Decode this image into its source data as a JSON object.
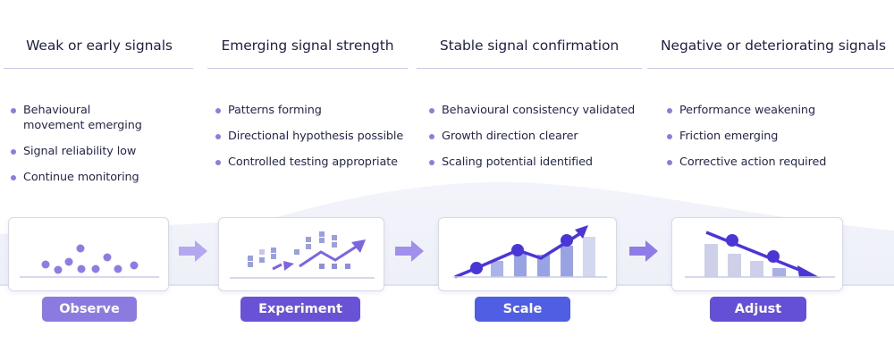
{
  "columns": [
    {
      "header": "Weak or early signals",
      "bullets": [
        "Behavioural movement emerging",
        "Signal reliability low",
        "Continue monitoring"
      ],
      "stage_label": "Observe",
      "stage_color": "#8b7be0",
      "illustration": "scattered-dots"
    },
    {
      "header": "Emerging signal strength",
      "bullets": [
        "Patterns forming",
        "Directional hypothesis possible",
        "Controlled testing appropriate"
      ],
      "stage_label": "Experiment",
      "stage_color": "#6a52d6",
      "illustration": "squares-with-rising-arrow"
    },
    {
      "header": "Stable signal confirmation",
      "bullets": [
        "Behavioural consistency validated",
        "Growth direction clearer",
        "Scaling potential identified"
      ],
      "stage_label": "Scale",
      "stage_color": "#4f5ee3",
      "illustration": "rising-line-over-bars"
    },
    {
      "header": "Negative or deteriorating signals",
      "bullets": [
        "Performance weakening",
        "Friction emerging",
        "Corrective action required"
      ],
      "stage_label": "Adjust",
      "stage_color": "#6450d6",
      "illustration": "falling-line-over-bars"
    }
  ],
  "colors": {
    "accent_purple": "#6a52d6",
    "light_purple": "#a99cf0",
    "bullet": "#8a7fdc",
    "rule": "#c9cbe6",
    "text": "#1e2143"
  },
  "flow_arrows": [
    "arrow-right",
    "arrow-right",
    "arrow-right"
  ]
}
